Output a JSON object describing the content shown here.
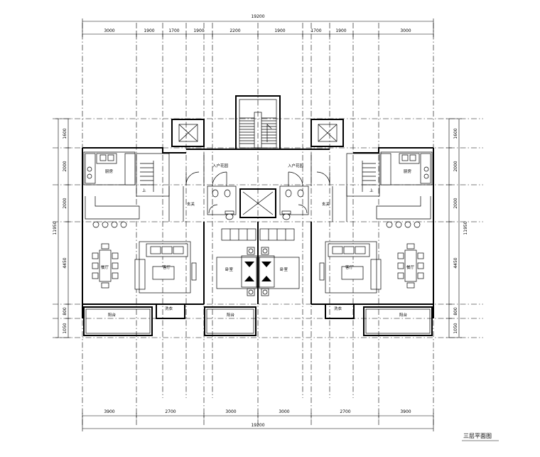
{
  "drawing": {
    "total_top": "19200",
    "total_bottom": "19200",
    "top_dims": [
      "3000",
      "1900",
      "1700",
      "1900",
      "2200",
      "1900",
      "1700",
      "1900",
      "3000"
    ],
    "bottom_dims": [
      "3900",
      "2700",
      "3000",
      "3000",
      "2700",
      "3900"
    ],
    "left_dims": [
      "1600",
      "2000",
      "2000",
      "4450",
      "800",
      "1050"
    ],
    "right_dims": [
      "1600",
      "2000",
      "2000",
      "4450",
      "800",
      "1050"
    ],
    "left_total": "11950",
    "right_total": "11950",
    "title": "三层平面图"
  },
  "rooms": {
    "kitchen": "厨房",
    "entry_garden": "入户花园",
    "foyer": "玄关",
    "dining": "餐厅",
    "living": "客厅",
    "bedroom": "卧室",
    "balcony": "阳台",
    "laundry": "洗衣",
    "up": "上"
  }
}
